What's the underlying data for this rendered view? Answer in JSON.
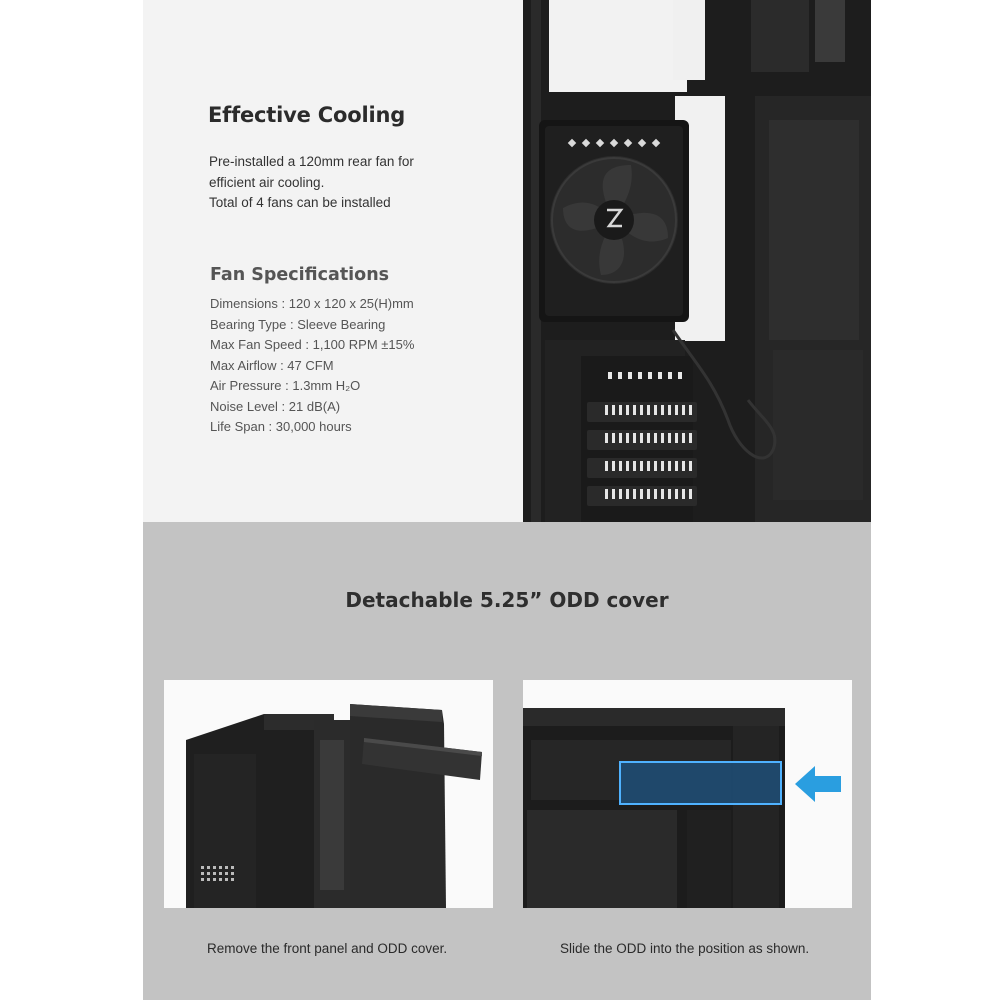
{
  "cooling": {
    "title": "Effective Cooling",
    "lines": [
      "Pre-installed a 120mm rear fan for",
      "efficient air cooling.",
      "Total of 4 fans can be installed"
    ]
  },
  "specs": {
    "title": "Fan Specifications",
    "rows": [
      "Dimensions : 120 x 120 x 25(H)mm",
      "Bearing Type : Sleeve Bearing",
      "Max Fan Speed : 1,100 RPM ±15%",
      "Max Airflow : 47 CFM",
      "Air Pressure : 1.3mm H₂O",
      "Noise Level : 21 dB(A)",
      "Life Span : 30,000 hours"
    ]
  },
  "odd": {
    "title": "Detachable 5.25” ODD cover",
    "caption_left": "Remove the front panel and ODD cover.",
    "caption_right": "Slide the ODD into the position as shown."
  },
  "colors": {
    "top_bg": "#f3f3f3",
    "bottom_bg": "#c3c3c3",
    "arrow": "#2a9ee0"
  }
}
